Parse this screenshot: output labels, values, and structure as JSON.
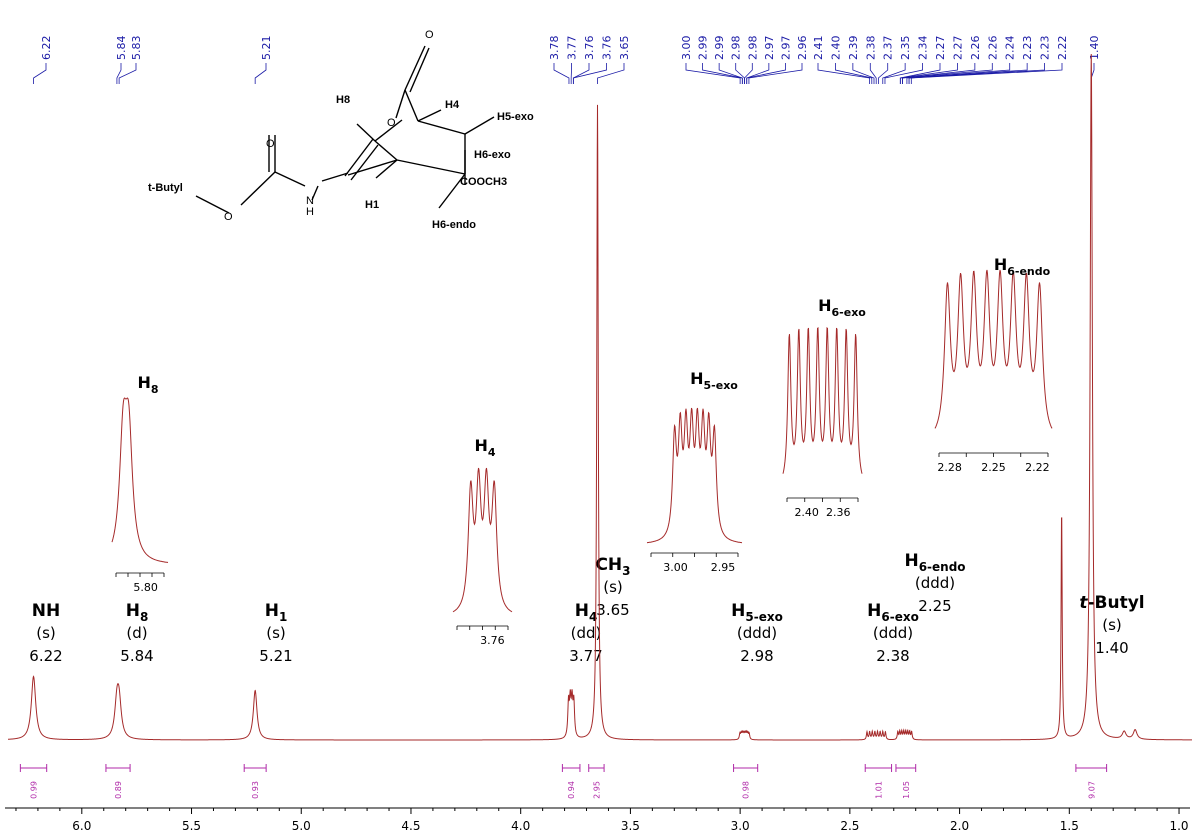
{
  "chart_data": {
    "type": "line",
    "xlabel": "",
    "ylabel": "",
    "x_reversed": true,
    "xlim": [
      6.35,
      0.95
    ],
    "x_ticks": [
      "6.0",
      "5.5",
      "5.0",
      "4.5",
      "4.0",
      "3.5",
      "3.0",
      "2.5",
      "2.0",
      "1.5",
      "1.0"
    ],
    "colors": {
      "spectrum": "#a52a2a",
      "peak_labels": "#1a1aa6",
      "integrals": "#b02aa8"
    },
    "peak_picks": [
      "6.22",
      "5.84",
      "5.83",
      "5.21",
      "3.78",
      "3.77",
      "3.76",
      "3.76",
      "3.65",
      "3.00",
      "2.99",
      "2.99",
      "2.98",
      "2.98",
      "2.97",
      "2.97",
      "2.96",
      "2.41",
      "2.40",
      "2.39",
      "2.38",
      "2.37",
      "2.35",
      "2.34",
      "2.27",
      "2.27",
      "2.26",
      "2.26",
      "2.24",
      "2.23",
      "2.23",
      "2.22",
      "1.40"
    ],
    "signals": [
      {
        "ppm": 6.22,
        "height": 0.1,
        "width": 0.012,
        "n": 1,
        "j": 0
      },
      {
        "ppm": 5.835,
        "height": 0.065,
        "width": 0.012,
        "n": 2,
        "j": 0.01
      },
      {
        "ppm": 5.21,
        "height": 0.078,
        "width": 0.01,
        "n": 1,
        "j": 0
      },
      {
        "ppm": 3.77,
        "height": 0.135,
        "width": 0.004,
        "n": 4,
        "j": 0.008
      },
      {
        "ppm": 3.65,
        "height": 1.0,
        "width": 0.004,
        "n": 1,
        "j": 0
      },
      {
        "ppm": 2.98,
        "height": 0.045,
        "width": 0.003,
        "n": 8,
        "j": 0.006
      },
      {
        "ppm": 2.38,
        "height": 0.06,
        "width": 0.003,
        "n": 8,
        "j": 0.012
      },
      {
        "ppm": 2.25,
        "height": 0.06,
        "width": 0.003,
        "n": 8,
        "j": 0.009
      },
      {
        "ppm": 1.535,
        "height": 0.36,
        "width": 0.003,
        "n": 1,
        "j": 0
      },
      {
        "ppm": 1.4,
        "height": 1.08,
        "width": 0.006,
        "n": 1,
        "j": 0
      },
      {
        "ppm": 1.25,
        "height": 0.012,
        "width": 0.01,
        "n": 1,
        "j": 0
      },
      {
        "ppm": 1.2,
        "height": 0.015,
        "width": 0.01,
        "n": 1,
        "j": 0
      }
    ],
    "integrals": [
      {
        "from": 6.28,
        "to": 6.16,
        "value": "0.99"
      },
      {
        "from": 5.89,
        "to": 5.78,
        "value": "0.89"
      },
      {
        "from": 5.26,
        "to": 5.16,
        "value": "0.93"
      },
      {
        "from": 3.81,
        "to": 3.73,
        "value": "0.94"
      },
      {
        "from": 3.69,
        "to": 3.62,
        "value": "2.95"
      },
      {
        "from": 3.03,
        "to": 2.92,
        "value": "0.98"
      },
      {
        "from": 2.43,
        "to": 2.31,
        "value": "1.01"
      },
      {
        "from": 2.29,
        "to": 2.2,
        "value": "1.05"
      },
      {
        "from": 1.47,
        "to": 1.33,
        "value": "9.07"
      }
    ],
    "assignments": [
      {
        "ppm": 6.22,
        "name": "NH",
        "sub": "",
        "mult": "(s)",
        "shift": "6.22"
      },
      {
        "ppm": 5.84,
        "name": "H",
        "sub": "8",
        "mult": "(d)",
        "shift": "5.84"
      },
      {
        "ppm": 5.21,
        "name": "H",
        "sub": "1",
        "mult": "(s)",
        "shift": "5.21"
      },
      {
        "ppm": 3.77,
        "name": "H",
        "sub": "4",
        "mult": "(dd)",
        "shift": "3.77"
      },
      {
        "ppm": 3.65,
        "name": "CH",
        "sub": "3",
        "mult": "(s)",
        "shift": "3.65"
      },
      {
        "ppm": 2.98,
        "name": "H",
        "sub": "5-exo",
        "mult": "(ddd)",
        "shift": "2.98"
      },
      {
        "ppm": 2.38,
        "name": "H",
        "sub": "6-exo",
        "mult": "(ddd)",
        "shift": "2.38"
      },
      {
        "ppm": 2.25,
        "name": "H",
        "sub": "6-endo",
        "mult": "(ddd)",
        "shift": "2.25"
      },
      {
        "ppm": 1.4,
        "name": "t-Butyl",
        "sub": "",
        "mult": "(s)",
        "shift": "1.40"
      }
    ],
    "insets": [
      {
        "title": "H",
        "sub": "8",
        "range": [
          5.86,
          5.76
        ],
        "ticks": [
          "5.80"
        ]
      },
      {
        "title": "H",
        "sub": "4",
        "range": [
          3.8,
          3.74
        ],
        "ticks": [
          "3.76"
        ]
      },
      {
        "title": "H",
        "sub": "5-exo",
        "range": [
          3.03,
          2.93
        ],
        "ticks": [
          "3.00",
          "2.95"
        ]
      },
      {
        "title": "H",
        "sub": "6-exo",
        "range": [
          2.43,
          2.33
        ],
        "ticks": [
          "2.40",
          "2.36"
        ]
      },
      {
        "title": "H",
        "sub": "6-endo",
        "range": [
          2.29,
          2.21
        ],
        "ticks": [
          "2.28",
          "2.25",
          "2.22"
        ]
      }
    ]
  },
  "structure": {
    "labels": [
      "H8",
      "H4",
      "H5-exo",
      "H6-exo",
      "COOCH3",
      "t-Butyl",
      "H1",
      "H6-endo"
    ]
  }
}
